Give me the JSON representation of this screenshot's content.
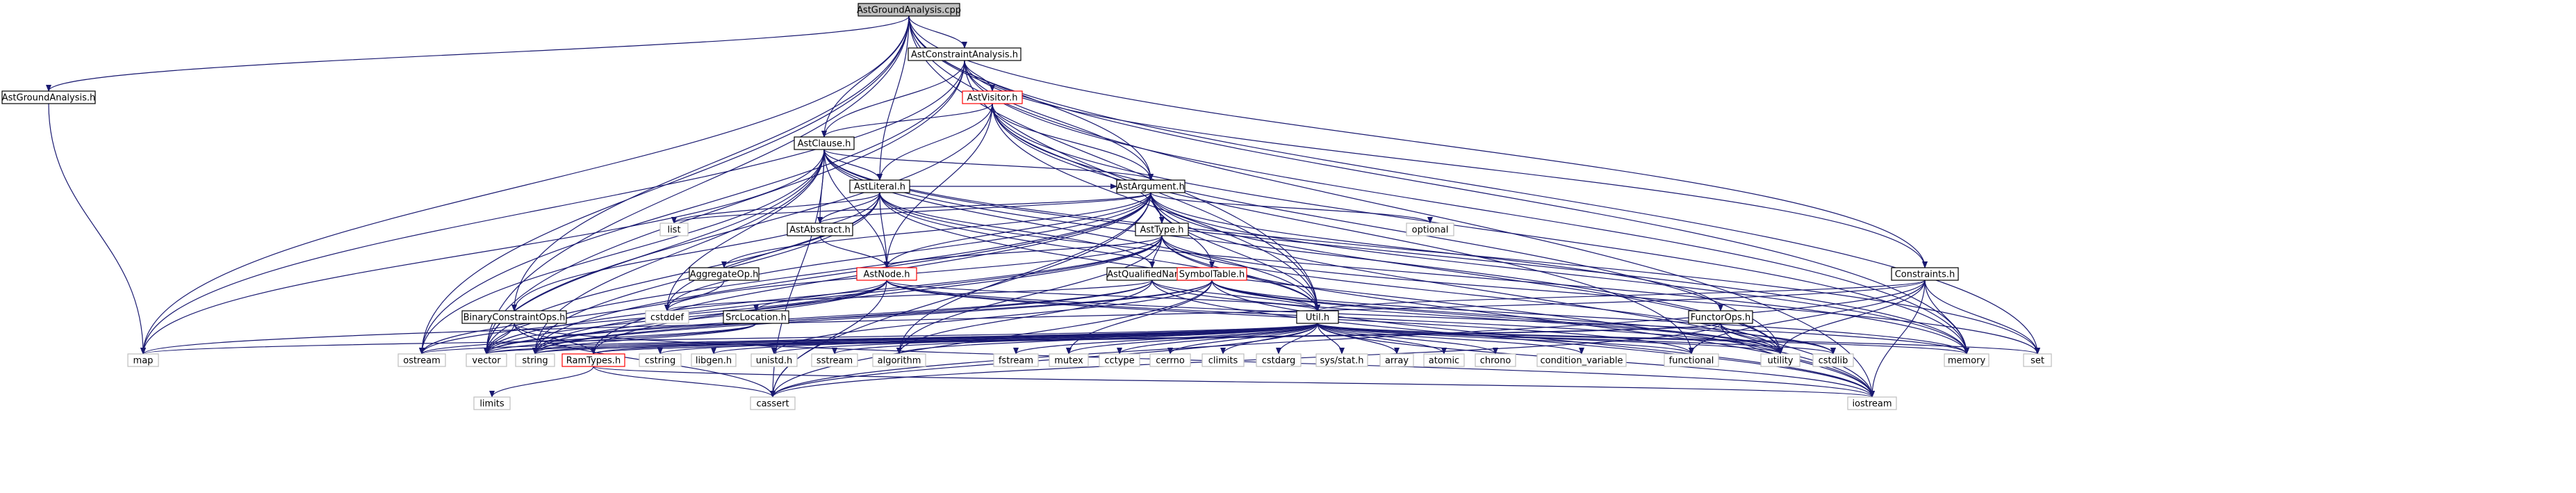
{
  "colors": {
    "edge": "#191970",
    "node_border": "#000000",
    "node_border_error": "#ff0000",
    "node_border_system": "#bfbfbf",
    "root_fill": "#bfbfbf",
    "node_fill": "#ffffff",
    "label_text": "#000000"
  },
  "graph": {
    "nodes": [
      {
        "id": "AstGroundAnalysis.cpp",
        "label": "AstGroundAnalysis.cpp",
        "kind": "root"
      },
      {
        "id": "AstGroundAnalysis.h",
        "label": "AstGroundAnalysis.h",
        "kind": "header"
      },
      {
        "id": "AstConstraintAnalysis.h",
        "label": "AstConstraintAnalysis.h",
        "kind": "header"
      },
      {
        "id": "AstVisitor.h",
        "label": "AstVisitor.h",
        "kind": "header-incomplete"
      },
      {
        "id": "AstClause.h",
        "label": "AstClause.h",
        "kind": "header"
      },
      {
        "id": "AstLiteral.h",
        "label": "AstLiteral.h",
        "kind": "header"
      },
      {
        "id": "AstArgument.h",
        "label": "AstArgument.h",
        "kind": "header"
      },
      {
        "id": "AstAbstract.h",
        "label": "AstAbstract.h",
        "kind": "header"
      },
      {
        "id": "AstType.h",
        "label": "AstType.h",
        "kind": "header"
      },
      {
        "id": "AstNode.h",
        "label": "AstNode.h",
        "kind": "header-incomplete"
      },
      {
        "id": "AggregateOp.h",
        "label": "AggregateOp.h",
        "kind": "header"
      },
      {
        "id": "AstQualifiedName.h",
        "label": "AstQualifiedName.h",
        "kind": "header"
      },
      {
        "id": "SymbolTable.h",
        "label": "SymbolTable.h",
        "kind": "header-incomplete"
      },
      {
        "id": "Constraints.h",
        "label": "Constraints.h",
        "kind": "header"
      },
      {
        "id": "BinaryConstraintOps.h",
        "label": "BinaryConstraintOps.h",
        "kind": "header"
      },
      {
        "id": "SrcLocation.h",
        "label": "SrcLocation.h",
        "kind": "header"
      },
      {
        "id": "Util.h",
        "label": "Util.h",
        "kind": "header"
      },
      {
        "id": "FunctorOps.h",
        "label": "FunctorOps.h",
        "kind": "header"
      },
      {
        "id": "RamTypes.h",
        "label": "RamTypes.h",
        "kind": "header-incomplete"
      },
      {
        "id": "map",
        "label": "map",
        "kind": "system"
      },
      {
        "id": "ostream",
        "label": "ostream",
        "kind": "system"
      },
      {
        "id": "vector",
        "label": "vector",
        "kind": "system"
      },
      {
        "id": "string",
        "label": "string",
        "kind": "system"
      },
      {
        "id": "cstring",
        "label": "cstring",
        "kind": "system"
      },
      {
        "id": "libgen.h",
        "label": "libgen.h",
        "kind": "system"
      },
      {
        "id": "unistd.h",
        "label": "unistd.h",
        "kind": "system"
      },
      {
        "id": "sstream",
        "label": "sstream",
        "kind": "system"
      },
      {
        "id": "algorithm",
        "label": "algorithm",
        "kind": "system"
      },
      {
        "id": "fstream",
        "label": "fstream",
        "kind": "system"
      },
      {
        "id": "mutex",
        "label": "mutex",
        "kind": "system"
      },
      {
        "id": "cctype",
        "label": "cctype",
        "kind": "system"
      },
      {
        "id": "cerrno",
        "label": "cerrno",
        "kind": "system"
      },
      {
        "id": "climits",
        "label": "climits",
        "kind": "system"
      },
      {
        "id": "cstdarg",
        "label": "cstdarg",
        "kind": "system"
      },
      {
        "id": "sys/stat.h",
        "label": "sys/stat.h",
        "kind": "system"
      },
      {
        "id": "array",
        "label": "array",
        "kind": "system"
      },
      {
        "id": "atomic",
        "label": "atomic",
        "kind": "system"
      },
      {
        "id": "chrono",
        "label": "chrono",
        "kind": "system"
      },
      {
        "id": "condition_variable",
        "label": "condition_variable",
        "kind": "system"
      },
      {
        "id": "functional",
        "label": "functional",
        "kind": "system"
      },
      {
        "id": "utility",
        "label": "utility",
        "kind": "system"
      },
      {
        "id": "cstdlib",
        "label": "cstdlib",
        "kind": "system"
      },
      {
        "id": "memory",
        "label": "memory",
        "kind": "system"
      },
      {
        "id": "set",
        "label": "set",
        "kind": "system"
      },
      {
        "id": "iostream",
        "label": "iostream",
        "kind": "system"
      },
      {
        "id": "cassert",
        "label": "cassert",
        "kind": "system"
      },
      {
        "id": "limits",
        "label": "limits",
        "kind": "system"
      },
      {
        "id": "list",
        "label": "list",
        "kind": "system"
      },
      {
        "id": "optional",
        "label": "optional",
        "kind": "system"
      },
      {
        "id": "cstddef",
        "label": "cstddef",
        "kind": "system"
      }
    ],
    "edges": [
      [
        "AstGroundAnalysis.cpp",
        "AstGroundAnalysis.h"
      ],
      [
        "AstGroundAnalysis.cpp",
        "AstConstraintAnalysis.h"
      ],
      [
        "AstGroundAnalysis.cpp",
        "AstClause.h"
      ],
      [
        "AstGroundAnalysis.cpp",
        "AstLiteral.h"
      ],
      [
        "AstGroundAnalysis.cpp",
        "AstArgument.h"
      ],
      [
        "AstGroundAnalysis.cpp",
        "Constraints.h"
      ],
      [
        "AstGroundAnalysis.cpp",
        "BinaryConstraintOps.h"
      ],
      [
        "AstGroundAnalysis.cpp",
        "Util.h"
      ],
      [
        "AstGroundAnalysis.cpp",
        "map"
      ],
      [
        "AstGroundAnalysis.cpp",
        "ostream"
      ],
      [
        "AstGroundAnalysis.cpp",
        "vector"
      ],
      [
        "AstGroundAnalysis.cpp",
        "set"
      ],
      [
        "AstGroundAnalysis.cpp",
        "memory"
      ],
      [
        "AstGroundAnalysis.cpp",
        "iostream"
      ],
      [
        "AstGroundAnalysis.h",
        "map"
      ],
      [
        "AstConstraintAnalysis.h",
        "AstVisitor.h"
      ],
      [
        "AstConstraintAnalysis.h",
        "AstClause.h"
      ],
      [
        "AstConstraintAnalysis.h",
        "AstArgument.h"
      ],
      [
        "AstConstraintAnalysis.h",
        "Constraints.h"
      ],
      [
        "AstConstraintAnalysis.h",
        "Util.h"
      ],
      [
        "AstConstraintAnalysis.h",
        "map"
      ],
      [
        "AstConstraintAnalysis.h",
        "ostream"
      ],
      [
        "AstConstraintAnalysis.h",
        "memory"
      ],
      [
        "AstConstraintAnalysis.h",
        "vector"
      ],
      [
        "AstVisitor.h",
        "AstClause.h"
      ],
      [
        "AstVisitor.h",
        "AstLiteral.h"
      ],
      [
        "AstVisitor.h",
        "AstArgument.h"
      ],
      [
        "AstVisitor.h",
        "AstType.h"
      ],
      [
        "AstVisitor.h",
        "AstNode.h"
      ],
      [
        "AstVisitor.h",
        "Util.h"
      ],
      [
        "AstVisitor.h",
        "functional"
      ],
      [
        "AstVisitor.h",
        "memory"
      ],
      [
        "AstVisitor.h",
        "vector"
      ],
      [
        "AstVisitor.h",
        "utility"
      ],
      [
        "AstClause.h",
        "AstLiteral.h"
      ],
      [
        "AstClause.h",
        "AstArgument.h"
      ],
      [
        "AstClause.h",
        "AstAbstract.h"
      ],
      [
        "AstClause.h",
        "AstNode.h"
      ],
      [
        "AstClause.h",
        "Util.h"
      ],
      [
        "AstClause.h",
        "map"
      ],
      [
        "AstClause.h",
        "ostream"
      ],
      [
        "AstClause.h",
        "vector"
      ],
      [
        "AstClause.h",
        "string"
      ],
      [
        "AstClause.h",
        "cassert"
      ],
      [
        "AstClause.h",
        "memory"
      ],
      [
        "AstClause.h",
        "set"
      ],
      [
        "AstClause.h",
        "utility"
      ],
      [
        "AstClause.h",
        "cstddef"
      ],
      [
        "AstLiteral.h",
        "AstAbstract.h"
      ],
      [
        "AstLiteral.h",
        "AstArgument.h"
      ],
      [
        "AstLiteral.h",
        "AstNode.h"
      ],
      [
        "AstLiteral.h",
        "AstQualifiedName.h"
      ],
      [
        "AstLiteral.h",
        "BinaryConstraintOps.h"
      ],
      [
        "AstLiteral.h",
        "Util.h"
      ],
      [
        "AstLiteral.h",
        "list"
      ],
      [
        "AstLiteral.h",
        "iostream"
      ],
      [
        "AstLiteral.h",
        "memory"
      ],
      [
        "AstLiteral.h",
        "string"
      ],
      [
        "AstLiteral.h",
        "vector"
      ],
      [
        "AstLiteral.h",
        "cstddef"
      ],
      [
        "AstArgument.h",
        "AggregateOp.h"
      ],
      [
        "AstArgument.h",
        "AstAbstract.h"
      ],
      [
        "AstArgument.h",
        "AstNode.h"
      ],
      [
        "AstArgument.h",
        "AstType.h"
      ],
      [
        "AstArgument.h",
        "FunctorOps.h"
      ],
      [
        "AstArgument.h",
        "RamTypes.h"
      ],
      [
        "AstArgument.h",
        "SymbolTable.h"
      ],
      [
        "AstArgument.h",
        "Util.h"
      ],
      [
        "AstArgument.h",
        "optional"
      ],
      [
        "AstArgument.h",
        "algorithm"
      ],
      [
        "AstArgument.h",
        "cassert"
      ],
      [
        "AstArgument.h",
        "cstddef"
      ],
      [
        "AstArgument.h",
        "iostream"
      ],
      [
        "AstArgument.h",
        "list"
      ],
      [
        "AstArgument.h",
        "memory"
      ],
      [
        "AstArgument.h",
        "string"
      ],
      [
        "AstArgument.h",
        "utility"
      ],
      [
        "AstArgument.h",
        "vector"
      ],
      [
        "AstAbstract.h",
        "AstNode.h"
      ],
      [
        "AstType.h",
        "AstNode.h"
      ],
      [
        "AstType.h",
        "AstQualifiedName.h"
      ],
      [
        "AstType.h",
        "RamTypes.h"
      ],
      [
        "AstType.h",
        "Util.h"
      ],
      [
        "AstType.h",
        "algorithm"
      ],
      [
        "AstType.h",
        "cstddef"
      ],
      [
        "AstType.h",
        "iostream"
      ],
      [
        "AstType.h",
        "set"
      ],
      [
        "AstType.h",
        "string"
      ],
      [
        "AstType.h",
        "utility"
      ],
      [
        "AstType.h",
        "vector"
      ],
      [
        "AstNode.h",
        "SrcLocation.h"
      ],
      [
        "AstNode.h",
        "Util.h"
      ],
      [
        "AstNode.h",
        "memory"
      ],
      [
        "AstNode.h",
        "ostream"
      ],
      [
        "AstNode.h",
        "vector"
      ],
      [
        "AstNode.h",
        "cassert"
      ],
      [
        "AstNode.h",
        "functional"
      ],
      [
        "AstNode.h",
        "utility"
      ],
      [
        "AstNode.h",
        "string"
      ],
      [
        "AggregateOp.h",
        "ostream"
      ],
      [
        "AstQualifiedName.h",
        "Util.h"
      ],
      [
        "AstQualifiedName.h",
        "algorithm"
      ],
      [
        "AstQualifiedName.h",
        "cstddef"
      ],
      [
        "AstQualifiedName.h",
        "iostream"
      ],
      [
        "AstQualifiedName.h",
        "string"
      ],
      [
        "AstQualifiedName.h",
        "utility"
      ],
      [
        "AstQualifiedName.h",
        "vector"
      ],
      [
        "SymbolTable.h",
        "Util.h"
      ],
      [
        "SymbolTable.h",
        "cstdlib"
      ],
      [
        "SymbolTable.h",
        "iostream"
      ],
      [
        "SymbolTable.h",
        "memory"
      ],
      [
        "SymbolTable.h",
        "mutex"
      ],
      [
        "SymbolTable.h",
        "string"
      ],
      [
        "SymbolTable.h",
        "unistd.h"
      ],
      [
        "SymbolTable.h",
        "utility"
      ],
      [
        "SymbolTable.h",
        "vector"
      ],
      [
        "SymbolTable.h",
        "cassert"
      ],
      [
        "Constraints.h",
        "Util.h"
      ],
      [
        "Constraints.h",
        "functional"
      ],
      [
        "Constraints.h",
        "iostream"
      ],
      [
        "Constraints.h",
        "map"
      ],
      [
        "Constraints.h",
        "memory"
      ],
      [
        "Constraints.h",
        "set"
      ],
      [
        "Constraints.h",
        "cassert"
      ],
      [
        "Constraints.h",
        "utility"
      ],
      [
        "BinaryConstraintOps.h",
        "RamTypes.h"
      ],
      [
        "BinaryConstraintOps.h",
        "cassert"
      ],
      [
        "BinaryConstraintOps.h",
        "iostream"
      ],
      [
        "BinaryConstraintOps.h",
        "vector"
      ],
      [
        "SrcLocation.h",
        "ostream"
      ],
      [
        "SrcLocation.h",
        "string"
      ],
      [
        "SrcLocation.h",
        "vector"
      ],
      [
        "Util.h",
        "map"
      ],
      [
        "Util.h",
        "ostream"
      ],
      [
        "Util.h",
        "vector"
      ],
      [
        "Util.h",
        "string"
      ],
      [
        "Util.h",
        "RamTypes.h"
      ],
      [
        "Util.h",
        "cstring"
      ],
      [
        "Util.h",
        "libgen.h"
      ],
      [
        "Util.h",
        "unistd.h"
      ],
      [
        "Util.h",
        "cassert"
      ],
      [
        "Util.h",
        "sstream"
      ],
      [
        "Util.h",
        "algorithm"
      ],
      [
        "Util.h",
        "fstream"
      ],
      [
        "Util.h",
        "mutex"
      ],
      [
        "Util.h",
        "cctype"
      ],
      [
        "Util.h",
        "cerrno"
      ],
      [
        "Util.h",
        "climits"
      ],
      [
        "Util.h",
        "cstdarg"
      ],
      [
        "Util.h",
        "sys/stat.h"
      ],
      [
        "Util.h",
        "array"
      ],
      [
        "Util.h",
        "atomic"
      ],
      [
        "Util.h",
        "chrono"
      ],
      [
        "Util.h",
        "condition_variable"
      ],
      [
        "Util.h",
        "iostream"
      ],
      [
        "Util.h",
        "functional"
      ],
      [
        "Util.h",
        "utility"
      ],
      [
        "Util.h",
        "cstdlib"
      ],
      [
        "Util.h",
        "memory"
      ],
      [
        "Util.h",
        "set"
      ],
      [
        "FunctorOps.h",
        "RamTypes.h"
      ],
      [
        "FunctorOps.h",
        "cassert"
      ],
      [
        "FunctorOps.h",
        "cstdlib"
      ],
      [
        "FunctorOps.h",
        "iostream"
      ],
      [
        "FunctorOps.h",
        "string"
      ],
      [
        "FunctorOps.h",
        "utility"
      ],
      [
        "FunctorOps.h",
        "vector"
      ],
      [
        "RamTypes.h",
        "cassert"
      ],
      [
        "RamTypes.h",
        "limits"
      ],
      [
        "RamTypes.h",
        "iostream"
      ]
    ]
  }
}
